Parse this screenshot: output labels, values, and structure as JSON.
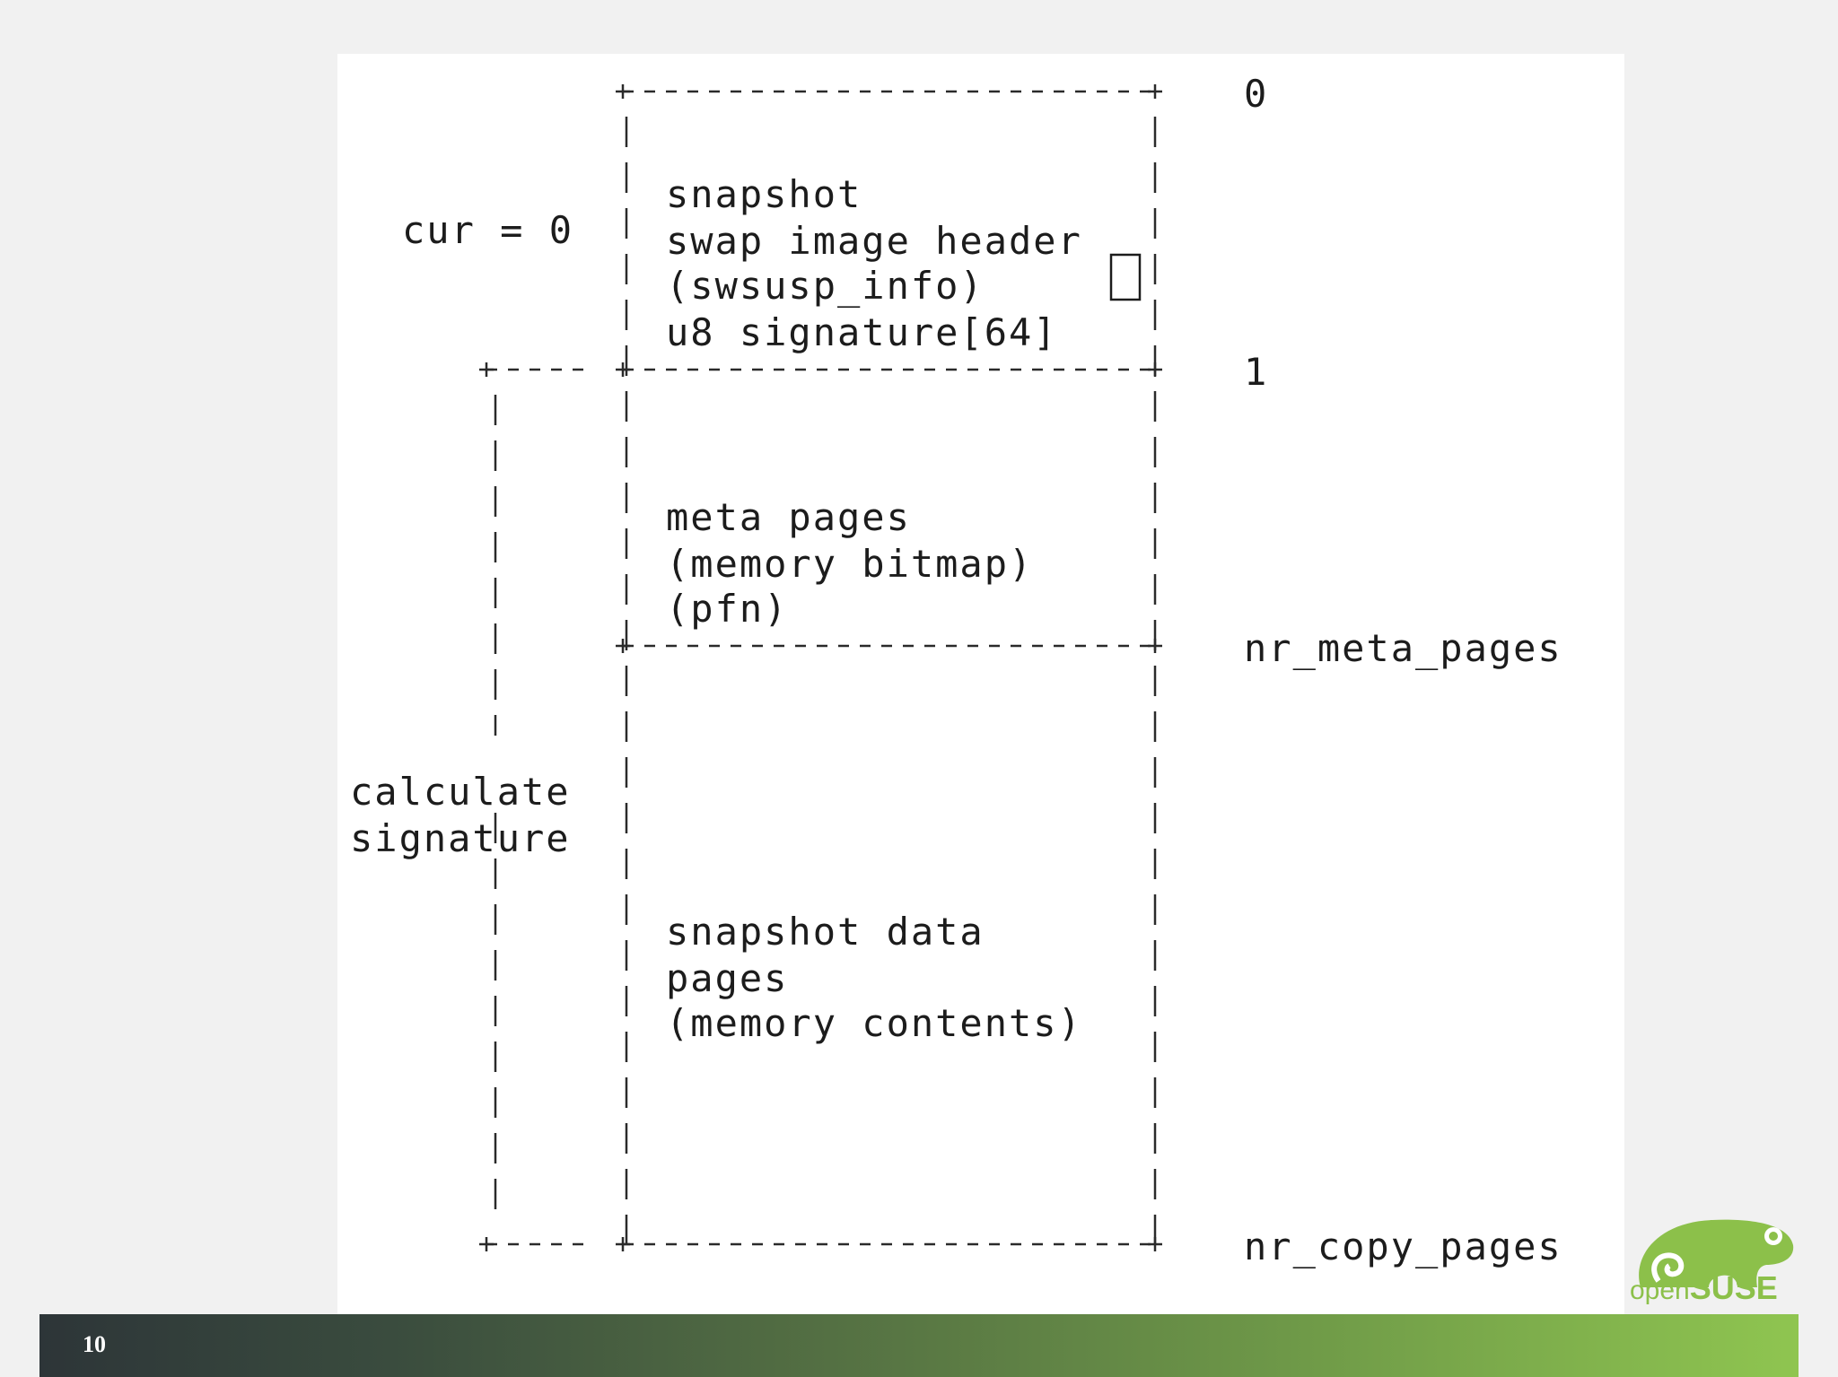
{
  "slide": {
    "page_number": "10"
  },
  "logo": {
    "brand_open": "open",
    "brand_suse": "SUSE",
    "color": "#8cc04a"
  },
  "diagram": {
    "left_labels": {
      "cur": "cur = 0",
      "calc_line1": "calculate",
      "calc_line2": "signature"
    },
    "header_block": {
      "line1": "snapshot",
      "line2": "swap image header",
      "line3": "(swsusp_info)",
      "line4": "u8 signature[64]"
    },
    "meta_block": {
      "line1": "meta pages",
      "line2": "(memory bitmap)",
      "line3": "(pfn)"
    },
    "data_block": {
      "line1": "snapshot data",
      "line2": "pages",
      "line3": "(memory contents)"
    },
    "offsets": {
      "o0": "0",
      "o1": "1",
      "meta": "nr_meta_pages",
      "copy": "nr_copy_pages"
    }
  }
}
